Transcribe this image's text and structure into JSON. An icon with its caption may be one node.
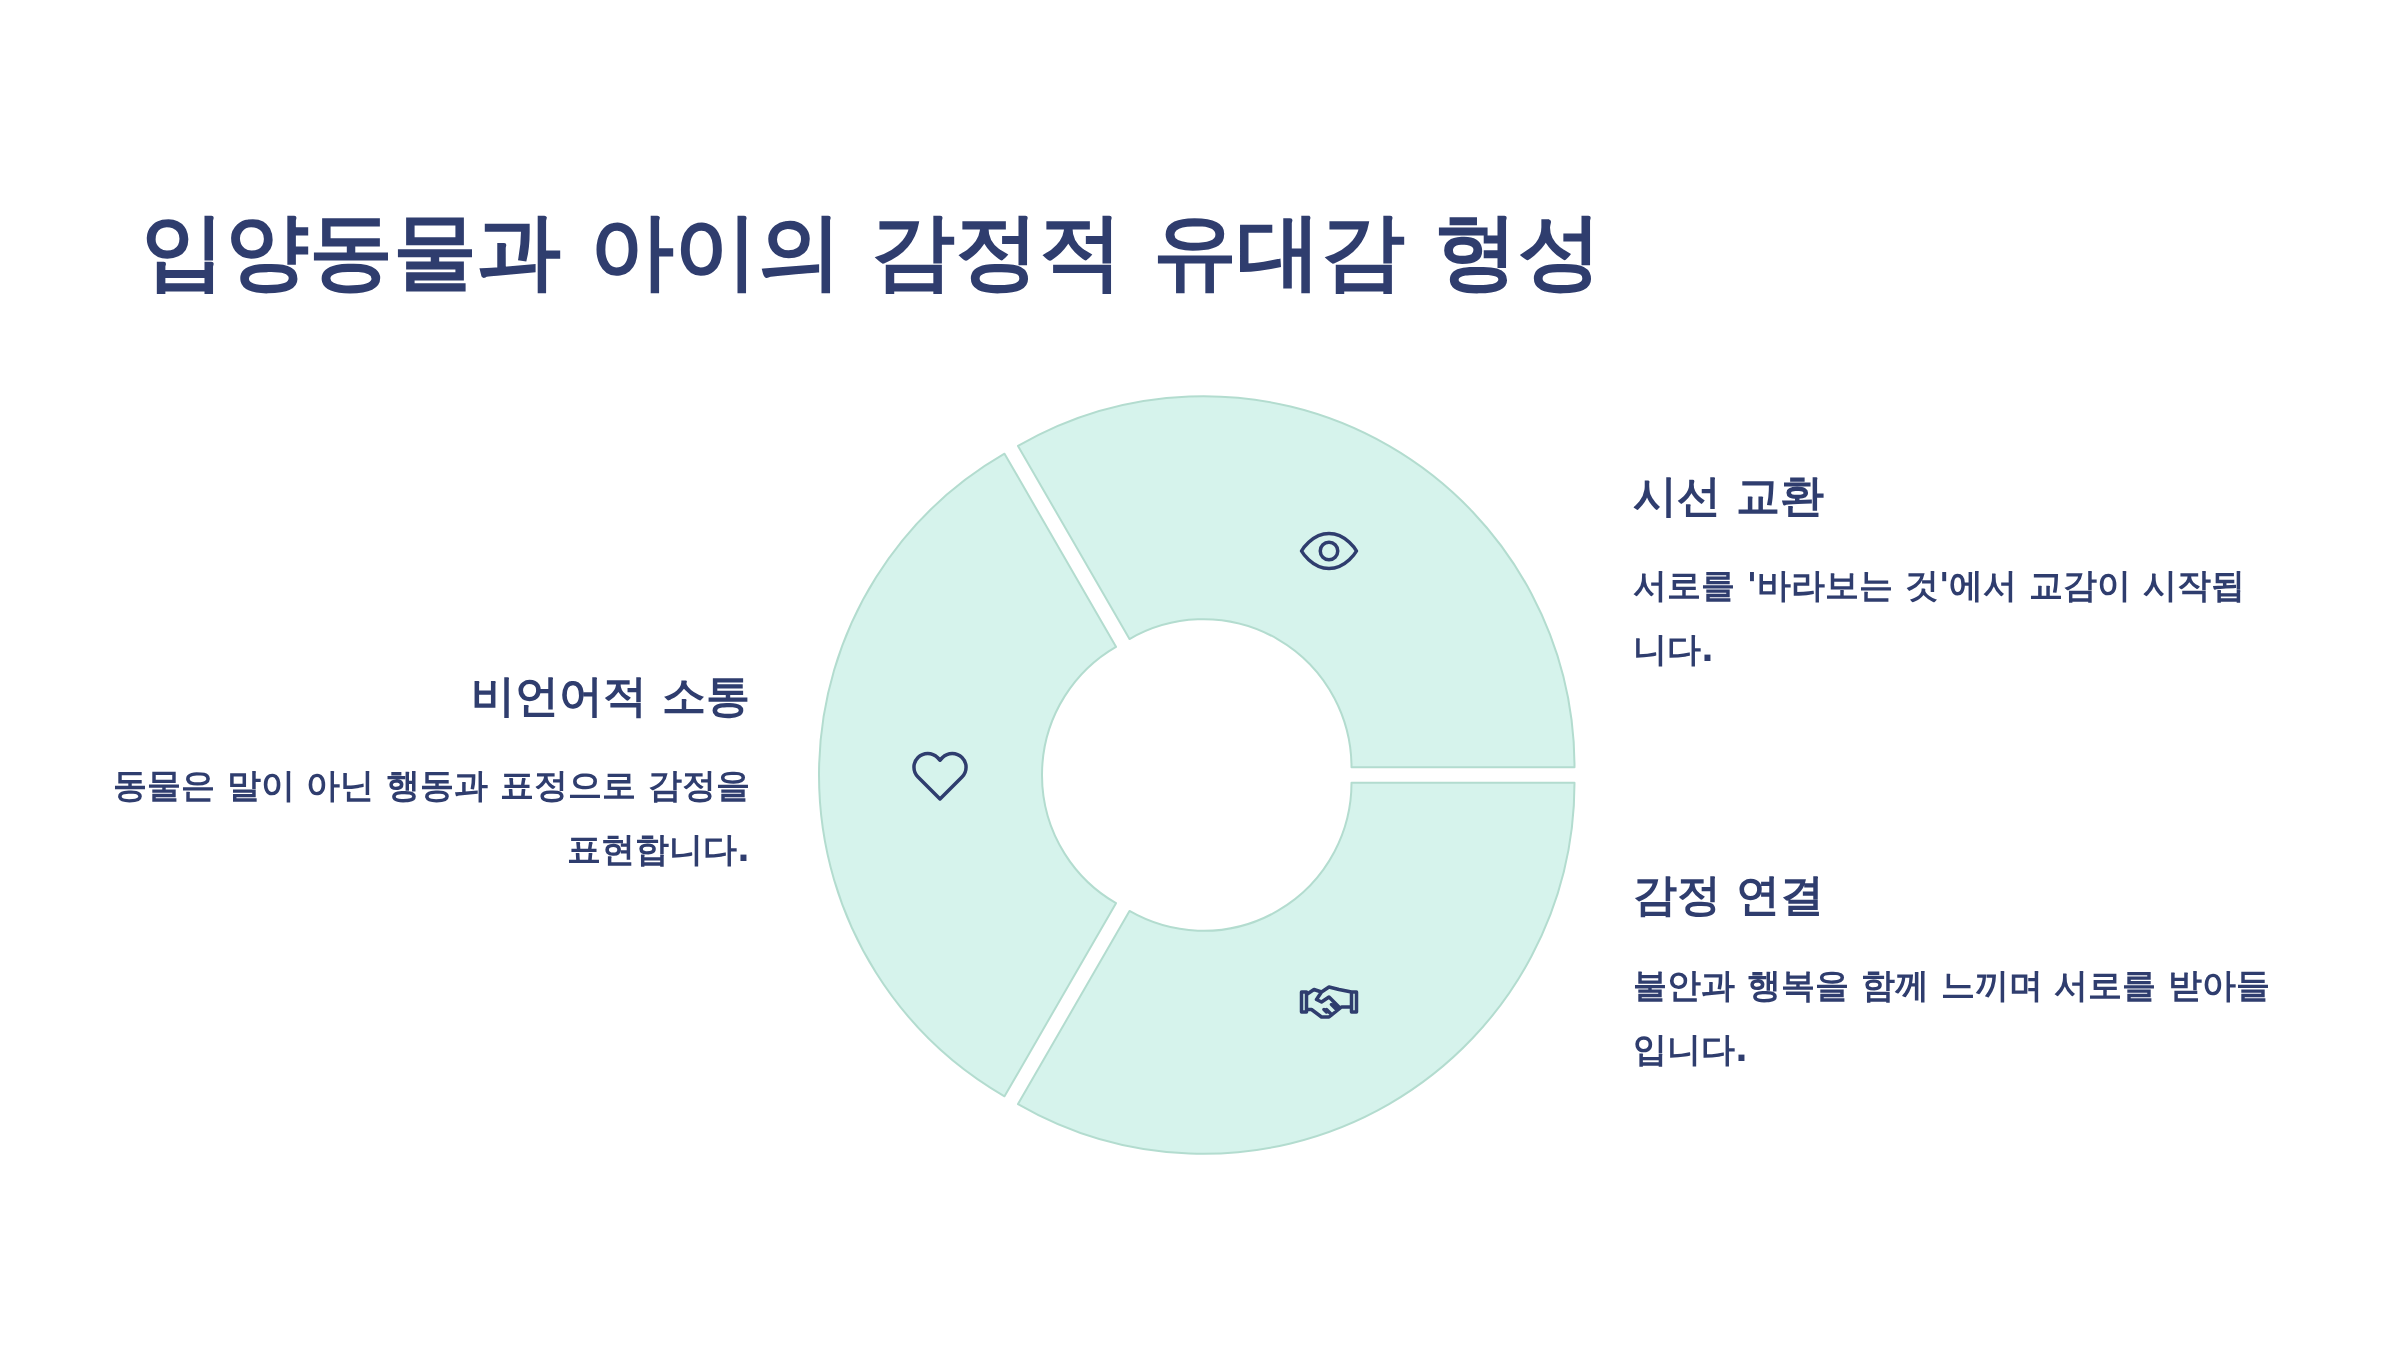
{
  "diagram": {
    "title": "입양동물과 아이의 감정적 유대감 형성",
    "labels": [
      "시선 교환",
      "서로를 '바라보는 것'에서 교감이 시작됩니다.",
      "비언어적 소통",
      "동물은 말이 아닌 행동과 표정으로 감정을 표현합니다.",
      "감정 연결",
      "불안과 행복을 함께 느끼며 서로를 받아들입니다."
    ]
  }
}
